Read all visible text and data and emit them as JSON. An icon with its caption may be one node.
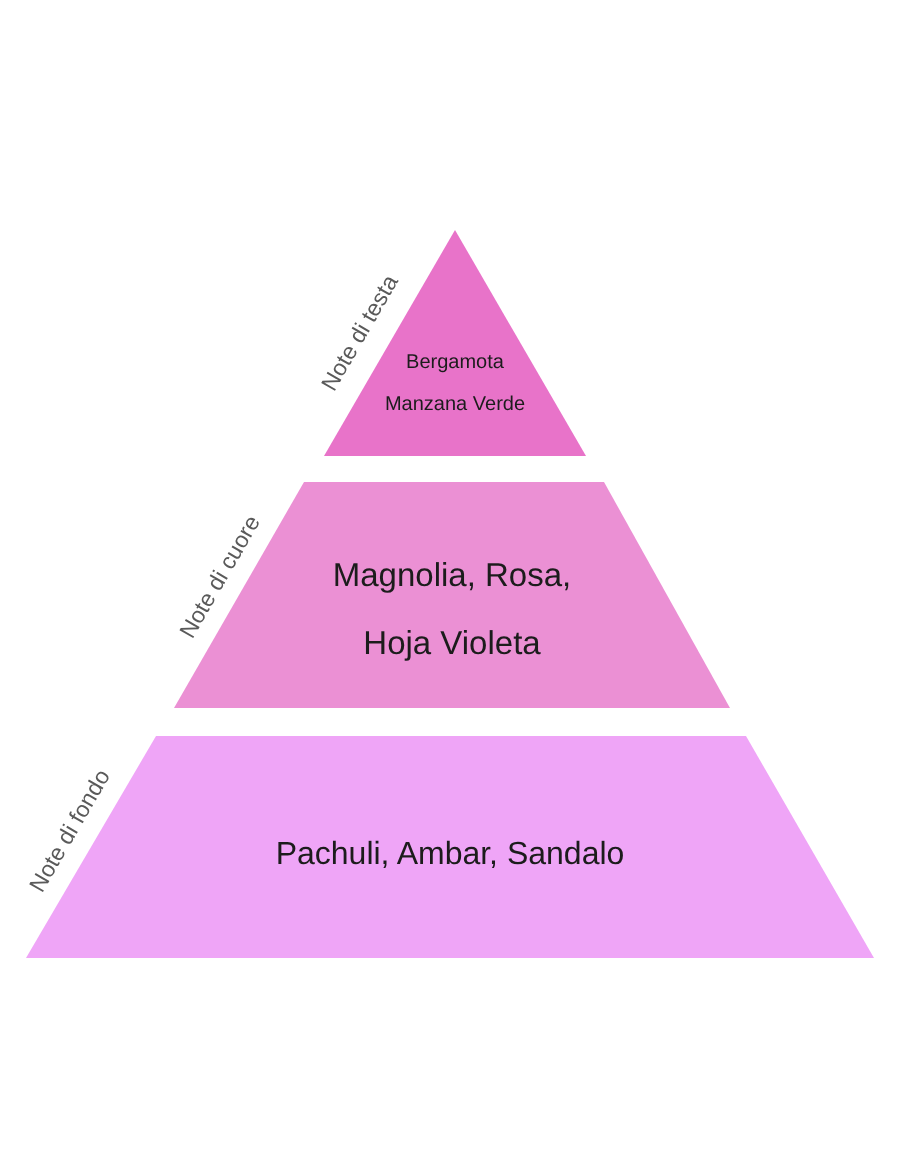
{
  "diagram": {
    "nodes": [
      {
        "text": [
          "Bergamota",
          "Manzana Verde"
        ],
        "beside": [
          "Note di testa"
        ]
      },
      {
        "text": [
          "Magnolia, Rosa, Hoja Violeta"
        ],
        "beside": [
          "Note di cuore"
        ]
      },
      {
        "text": [
          "Pachuli, Ambar, Sandalo"
        ],
        "beside": [
          "Note di fondo"
        ]
      }
    ]
  }
}
